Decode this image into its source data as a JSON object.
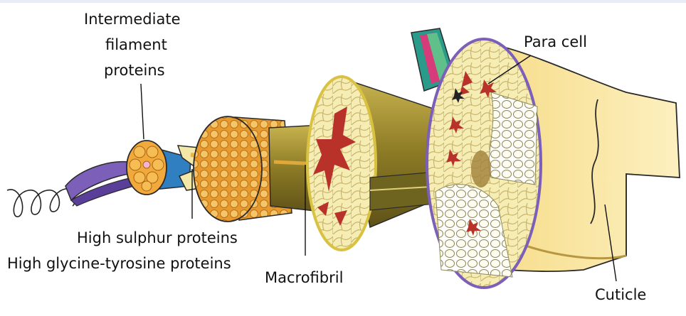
{
  "labels": {
    "intermediate_filament": [
      "Intermediate",
      "filament",
      "proteins"
    ],
    "para_cell": "Para cell",
    "high_sulphur": "High sulphur proteins",
    "high_glycine_tyrosine": "High glycine-tyrosine proteins",
    "macrofibril": "Macrofibril",
    "cuticle": "Cuticle"
  },
  "colors": {
    "filament_orange": "#f2a93b",
    "protofibril_blue": "#2f7fc1",
    "coil_purple": "#7b5fb8",
    "macrofibril_olive": "#8a7a2c",
    "cortex_cream": "#f8efb0",
    "medulla_red": "#b8322a",
    "cuticle_yellow": "#fbe7a3",
    "outline": "#2a2a2a"
  }
}
